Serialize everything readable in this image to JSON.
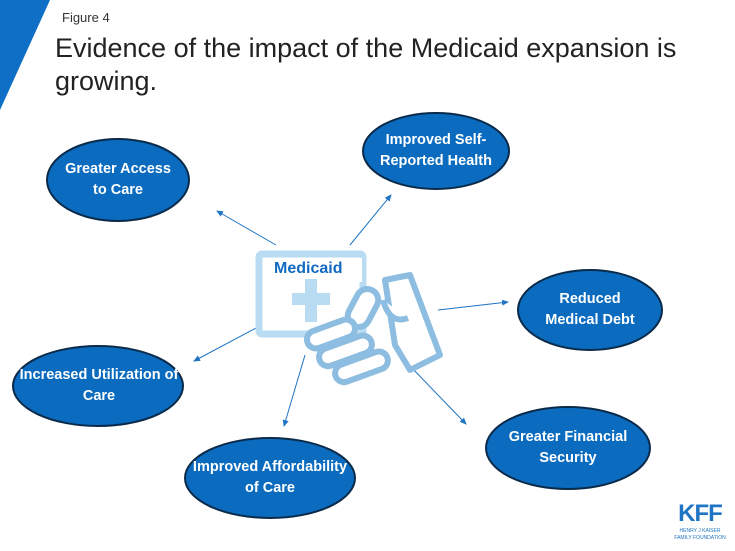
{
  "figure_label": "Figure 4",
  "title": "Evidence of the impact of the Medicaid expansion is growing.",
  "center_logo": {
    "text": "Medicaid",
    "icons": [
      "medical-card-icon",
      "hand-holding-card-icon"
    ]
  },
  "outcomes": [
    "Greater Access to Care",
    "Improved Self-Reported Health",
    "Reduced Medical Debt",
    "Increased Utilization of Care",
    "Improved Affordability of Care",
    "Greater Financial Security"
  ],
  "logo": {
    "abbr": "KFF",
    "line1": "HENRY J KAISER",
    "line2": "FAMILY FOUNDATION"
  },
  "colors": {
    "accent": "#0f6fc6",
    "oval": "#0b6cbf",
    "oval_border": "#0a2a4a",
    "icon_light": "#b9dcf2",
    "icon_mid": "#8dbde0",
    "text_blue": "#1169c1"
  }
}
